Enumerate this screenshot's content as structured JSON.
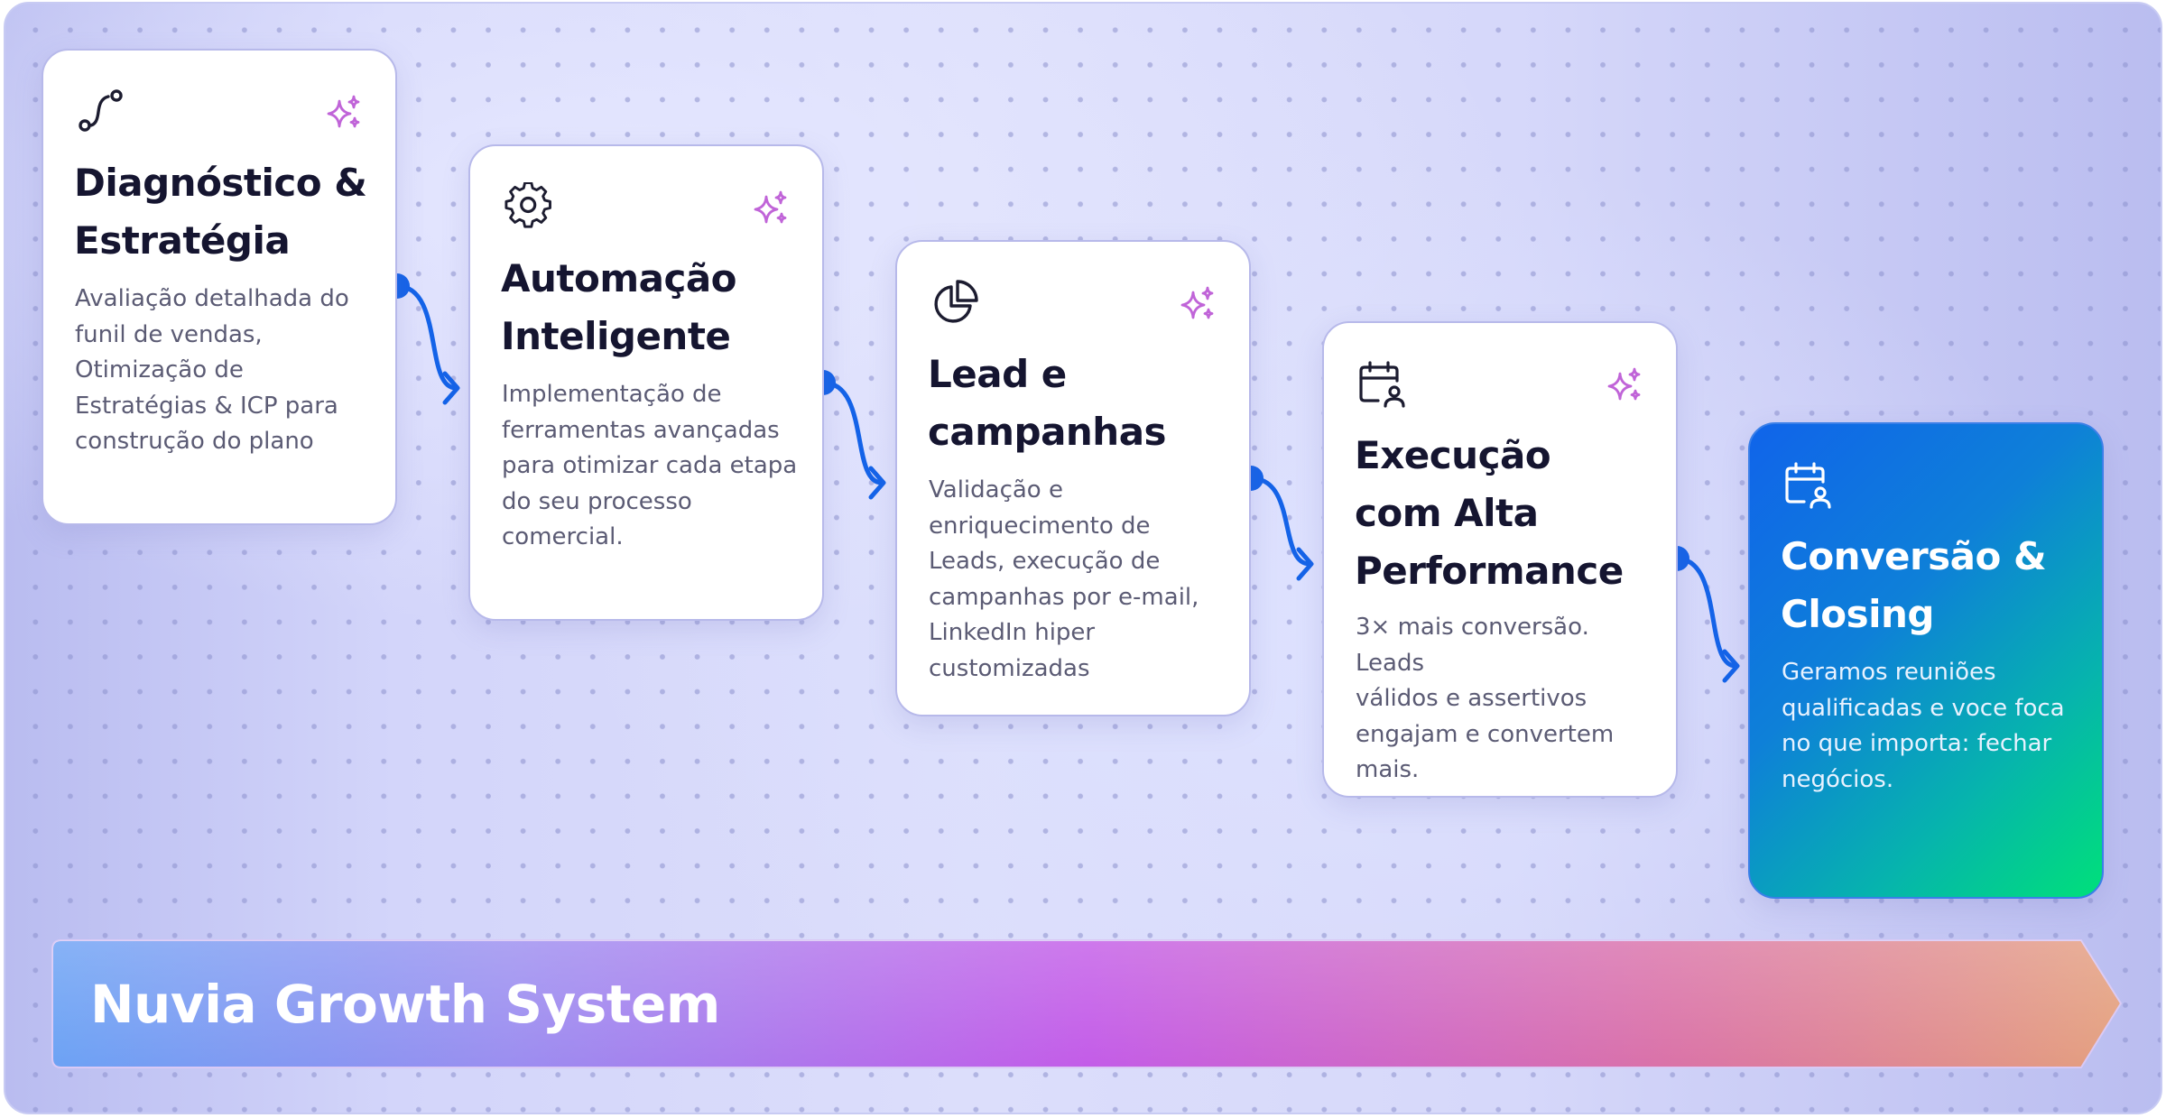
{
  "steps": [
    {
      "title_line1": "Diagnóstico &",
      "title_line2": "Estratégia",
      "description_lines": [
        "Avaliação detalhada do",
        "funil de vendas,",
        "Otimização de",
        "Estratégias & ICP para",
        "construção do plano"
      ],
      "icon": "route-icon"
    },
    {
      "title_line1": "Automação",
      "title_line2": "Inteligente",
      "description_lines": [
        "Implementação de",
        "ferramentas avançadas",
        "para otimizar cada etapa",
        "do seu processo",
        "comercial."
      ],
      "icon": "gear-icon"
    },
    {
      "title_line1": "Lead e",
      "title_line2": "campanhas",
      "description_lines": [
        "Validação e",
        "enriquecimento de",
        "Leads, execução de",
        "campanhas por e-mail,",
        "LinkedIn hiper",
        "customizadas"
      ],
      "icon": "pie-chart-icon"
    },
    {
      "title_line1": "Execução",
      "title_line2": "com Alta",
      "title_line3": "Performance",
      "description_lines": [
        "3× mais conversão. Leads",
        "válidos e assertivos",
        "engajam e convertem",
        "mais."
      ],
      "icon": "calendar-user-icon"
    },
    {
      "title_line1": "Conversão &",
      "title_line2": "Closing",
      "description_lines": [
        "Geramos reuniões",
        "qualificadas e voce foca",
        "no que importa: fechar",
        "negócios."
      ],
      "icon": "calendar-user-icon"
    }
  ],
  "banner": {
    "title": "Nuvia Growth System"
  },
  "colors": {
    "connector": "#1463e8",
    "sparkle": "#c064d8",
    "final_card_start": "#1064ea",
    "final_card_end": "#00e07a"
  }
}
